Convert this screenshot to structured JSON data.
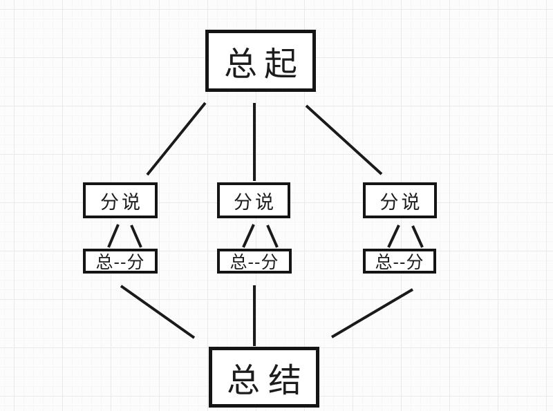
{
  "diagram": {
    "top": {
      "label": "总起"
    },
    "branches": [
      {
        "label": "分说",
        "sub_label": "总--分"
      },
      {
        "label": "分说",
        "sub_label": "总--分"
      },
      {
        "label": "分说",
        "sub_label": "总--分"
      }
    ],
    "bottom": {
      "label": "总结"
    },
    "structure": "总起 -> 分说 x3 -> 总--分 x3 -> 总结"
  },
  "colors": {
    "background": "#fcfcfc",
    "grid_major": "#e9e9e9",
    "grid_minor": "#f6f6f6",
    "box_fill": "#ffffff",
    "box_border": "#141414",
    "line": "#1a1a1a",
    "text": "#1c1c1c"
  }
}
